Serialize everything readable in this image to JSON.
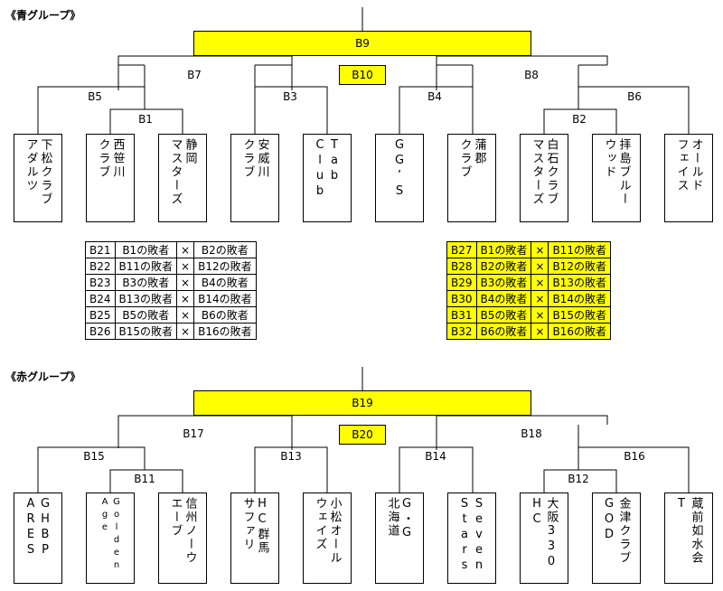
{
  "blue": {
    "title": "《青グループ》",
    "final": "B9",
    "third": "B10",
    "rounds": {
      "b7": "B7",
      "b8": "B8",
      "b5": "B5",
      "b3": "B3",
      "b4": "B4",
      "b6": "B6",
      "b1": "B1",
      "b2": "B2"
    },
    "teams": [
      {
        "cols": [
          "下松クラブ",
          "アダルツ"
        ]
      },
      {
        "cols": [
          "西笹川",
          "クラブ"
        ]
      },
      {
        "cols": [
          "静岡",
          "マスターズ"
        ]
      },
      {
        "cols": [
          "安威川",
          "クラブ"
        ]
      },
      {
        "cols": [
          "Tab",
          "Club"
        ]
      },
      {
        "cols": [
          "GG’S"
        ]
      },
      {
        "cols": [
          "蒲郡",
          "クラブ"
        ]
      },
      {
        "cols": [
          "白石クラブ",
          "マスターズ"
        ]
      },
      {
        "cols": [
          "拝島ブルー",
          "ウッド"
        ]
      },
      {
        "cols": [
          "オールド",
          "フェイス"
        ]
      }
    ],
    "table_left": [
      [
        "B21",
        "B1の敗者",
        "×",
        "B2の敗者"
      ],
      [
        "B22",
        "B11の敗者",
        "×",
        "B12の敗者"
      ],
      [
        "B23",
        "B3の敗者",
        "×",
        "B4の敗者"
      ],
      [
        "B24",
        "B13の敗者",
        "×",
        "B14の敗者"
      ],
      [
        "B25",
        "B5の敗者",
        "×",
        "B6の敗者"
      ],
      [
        "B26",
        "B15の敗者",
        "×",
        "B16の敗者"
      ]
    ],
    "table_right": [
      [
        "B27",
        "B1の敗者",
        "×",
        "B11の敗者"
      ],
      [
        "B28",
        "B2の敗者",
        "×",
        "B12の敗者"
      ],
      [
        "B29",
        "B3の敗者",
        "×",
        "B13の敗者"
      ],
      [
        "B30",
        "B4の敗者",
        "×",
        "B14の敗者"
      ],
      [
        "B31",
        "B5の敗者",
        "×",
        "B15の敗者"
      ],
      [
        "B32",
        "B6の敗者",
        "×",
        "B16の敗者"
      ]
    ]
  },
  "red": {
    "title": "《赤グループ》",
    "final": "B19",
    "third": "B20",
    "rounds": {
      "b17": "B17",
      "b18": "B18",
      "b15": "B15",
      "b13": "B13",
      "b14": "B14",
      "b16": "B16",
      "b11": "B11",
      "b12": "B12"
    },
    "teams": [
      {
        "cols": [
          "GHBP",
          "ARES"
        ]
      },
      {
        "cols": [
          "Golden",
          "Age"
        ],
        "small": true
      },
      {
        "cols": [
          "信州ノーウ",
          "エーブ"
        ]
      },
      {
        "cols": [
          "HC群馬",
          "サファリ"
        ]
      },
      {
        "cols": [
          "小松オール",
          "ウェイズ"
        ]
      },
      {
        "cols": [
          "G・G",
          "北海道"
        ]
      },
      {
        "cols": [
          "Seven",
          "Stars"
        ]
      },
      {
        "cols": [
          "大阪330",
          "HC"
        ]
      },
      {
        "cols": [
          "金津クラブ",
          "GOD"
        ]
      },
      {
        "cols": [
          "蔵前如水会",
          "T"
        ]
      }
    ]
  }
}
